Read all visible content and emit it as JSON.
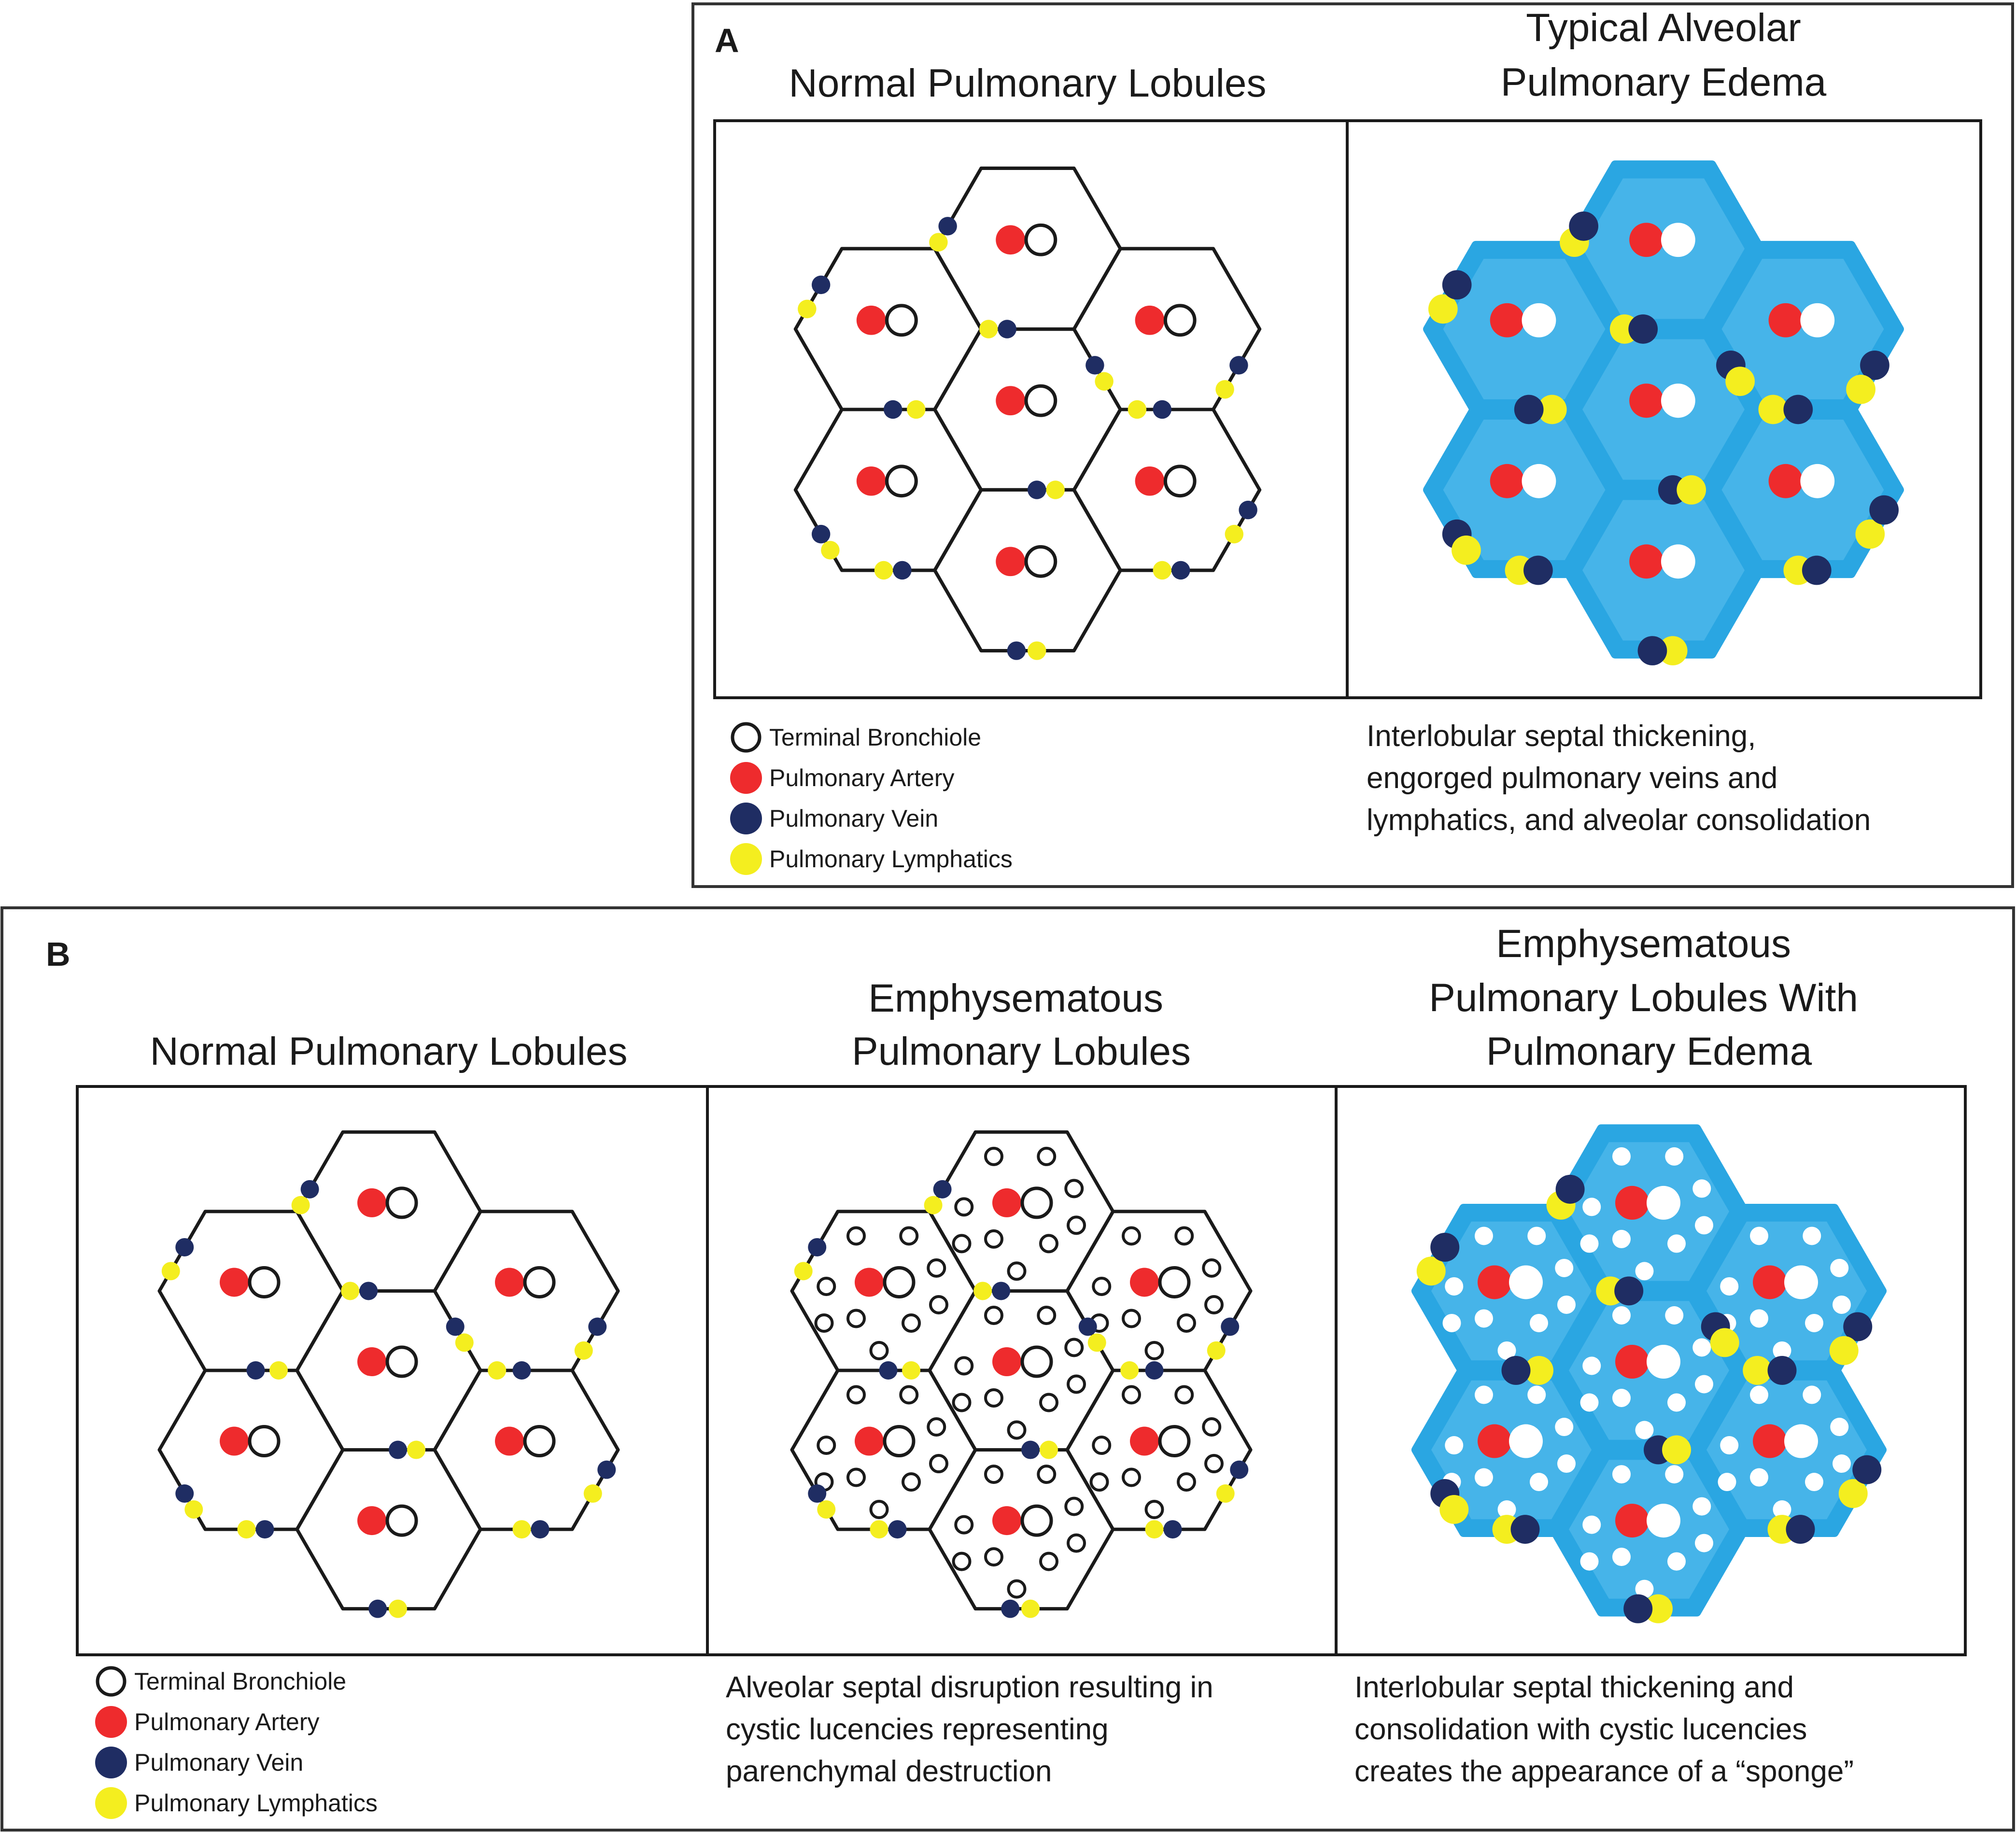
{
  "colors": {
    "artery": "#ee2b2d",
    "vein": "#1f2d63",
    "lymphatic": "#f4ee1f",
    "edema": "#2aa6e2",
    "edema_texture": "#5cc0ee",
    "outline": "#1a1a1a"
  },
  "legend_items": [
    {
      "key": "bronchiole",
      "icon": "hollow-circle-icon"
    },
    {
      "key": "artery",
      "icon": "red-dot-icon"
    },
    {
      "key": "vein",
      "icon": "navy-dot-icon"
    },
    {
      "key": "lymphatic",
      "icon": "yellow-dot-icon"
    }
  ],
  "panelA": {
    "letter": "A",
    "left_title": [
      "Normal Pulmonary Lobules"
    ],
    "right_title": [
      "Typical Alveolar",
      "Pulmonary Edema"
    ],
    "legend": {
      "bronchiole": "Terminal Bronchiole",
      "artery": "Pulmonary Artery",
      "vein": "Pulmonary Vein",
      "lymphatic": "Pulmonary Lymphatics"
    },
    "caption": [
      "Interlobular septal thickening,",
      "engorged pulmonary veins and",
      "lymphatics, and alveolar consolidation"
    ]
  },
  "panelB": {
    "letter": "B",
    "col1_title": [
      "Normal Pulmonary Lobules"
    ],
    "col2_title": [
      "Emphysematous",
      "Pulmonary Lobules"
    ],
    "col3_title": [
      "Emphysematous",
      "Pulmonary Lobules With",
      "Pulmonary Edema"
    ],
    "legend": {
      "bronchiole": "Terminal Bronchiole",
      "artery": "Pulmonary Artery",
      "vein": "Pulmonary Vein",
      "lymphatic": "Pulmonary Lymphatics"
    },
    "caption_mid": [
      "Alveolar septal disruption resulting in",
      "cystic lucencies representing",
      "parenchymal destruction"
    ],
    "caption_right": [
      "Interlobular septal thickening and",
      "consolidation with cystic lucencies",
      "creates the appearance of a “sponge”"
    ]
  }
}
